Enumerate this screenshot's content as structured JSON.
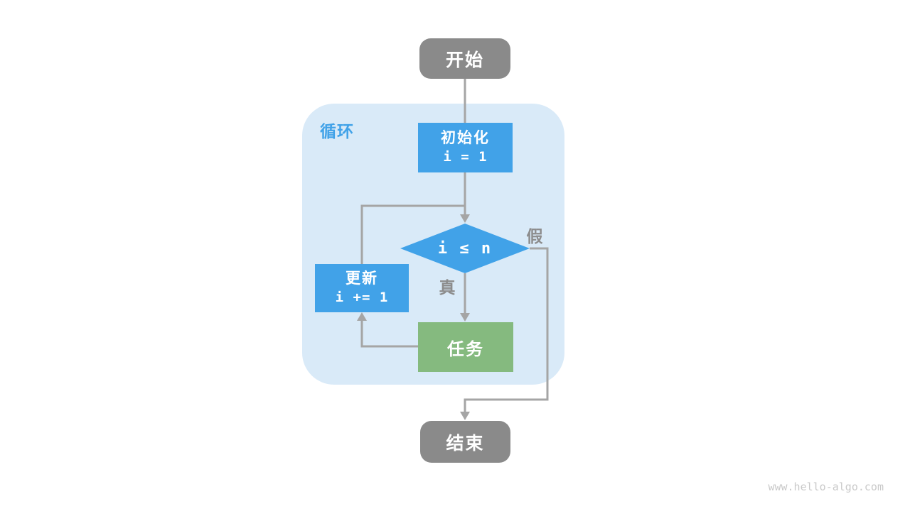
{
  "watermark": "www.hello-algo.com",
  "colors": {
    "node_blue": "#41A2E8",
    "node_green": "#85BA7F",
    "node_gray": "#8A8A8A",
    "loop_region_bg": "#D9EAF8",
    "connector_gray": "#A5A5A5",
    "branch_label_gray": "#8C8C8C"
  },
  "flowchart": {
    "loop_region_label": "循环",
    "nodes": {
      "start": {
        "label": "开始"
      },
      "init": {
        "label": "初始化",
        "code": "i = 1"
      },
      "condition": {
        "label": "i ≤ n"
      },
      "update": {
        "label": "更新",
        "code": "i += 1"
      },
      "task": {
        "label": "任务"
      },
      "end": {
        "label": "结束"
      }
    },
    "branch_labels": {
      "true": "真",
      "false": "假"
    }
  }
}
